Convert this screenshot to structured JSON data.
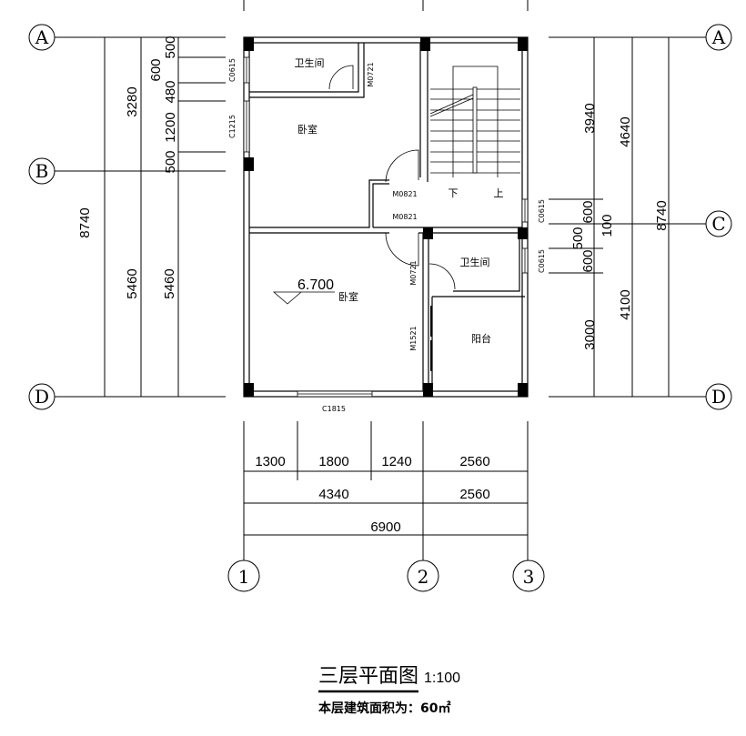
{
  "axes": {
    "rows_left": [
      "A",
      "B",
      "D"
    ],
    "rows_right": [
      "A",
      "C",
      "D"
    ],
    "columns": [
      "1",
      "2",
      "3"
    ]
  },
  "dims_left": {
    "total": "8740",
    "mid": [
      "3280",
      "5460"
    ],
    "chain": [
      "500",
      "600",
      "480",
      "1200",
      "500",
      "5460"
    ]
  },
  "dims_right": {
    "inner": [
      "3940",
      "600",
      "100",
      "500",
      "600",
      "3000"
    ],
    "mid": [
      "4640",
      "4100"
    ],
    "total": "8740"
  },
  "dims_bottom": {
    "row1": [
      "1300",
      "1800",
      "1240",
      "2560"
    ],
    "row2": [
      "4340",
      "2560"
    ],
    "row3": [
      "6900"
    ]
  },
  "rooms": {
    "bath_top": "卫生间",
    "bedroom_top": "卧室",
    "bath_right": "卫生间",
    "bedroom_bottom": "卧室",
    "balcony": "阳台",
    "stair_down": "下",
    "stair_up": "上",
    "elevation": "6.700"
  },
  "openings": {
    "w_left_1": "C0615",
    "w_left_2": "C1215",
    "d_bath_top": "M0721",
    "d_corr_1": "M0821",
    "d_corr_2": "M0821",
    "w_right_1": "C0615",
    "w_right_2": "C0615",
    "d_bath_right": "M0721",
    "d_balcony": "M1521",
    "w_bottom": "C1815"
  },
  "title": {
    "name": "三层平面图",
    "scale": "1:100",
    "area": "本层建筑面积为：60㎡"
  }
}
